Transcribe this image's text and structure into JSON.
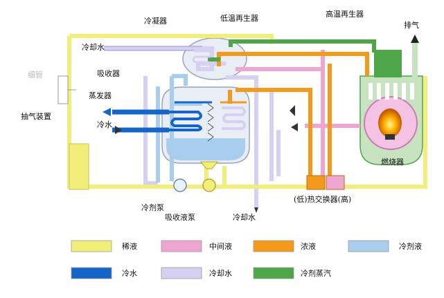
{
  "labels": {
    "condenser": "冷凝器",
    "low_temp_generator": "低温再生器",
    "high_temp_generator": "高温再生器",
    "exhaust": "排气",
    "cooling_water_top": "冷却水",
    "absorber": "吸收器",
    "evaporator": "蒸发器",
    "chilled_water": "冷水",
    "purge_unit": "抽气装置",
    "purge_top_text": "细管",
    "burner": "燃烧器",
    "heat_exchanger": "(低)热交换器(高)",
    "refrigerant_pump": "冷剂泵",
    "absorbent_pump": "吸收液泵",
    "cooling_water_bottom": "冷却水"
  },
  "legend": [
    {
      "label": "稀液",
      "color": "#f2ee7a"
    },
    {
      "label": "中间液",
      "color": "#efa5d2"
    },
    {
      "label": "浓液",
      "color": "#f39a1c"
    },
    {
      "label": "冷剂液",
      "color": "#a9cdec"
    },
    {
      "label": "冷水",
      "color": "#1565c9"
    },
    {
      "label": "冷却水",
      "color": "#d6d0f2"
    },
    {
      "label": "冷剂蒸汽",
      "color": "#4ea649"
    }
  ],
  "colors": {
    "dilute": "#f2ee7a",
    "intermediate": "#efa5d2",
    "concentrated": "#f39a1c",
    "refrigerant_liquid": "#a9cdec",
    "chilled_water": "#1565c9",
    "cooling_water": "#d6d0f2",
    "refrigerant_vapor": "#4ea649"
  }
}
